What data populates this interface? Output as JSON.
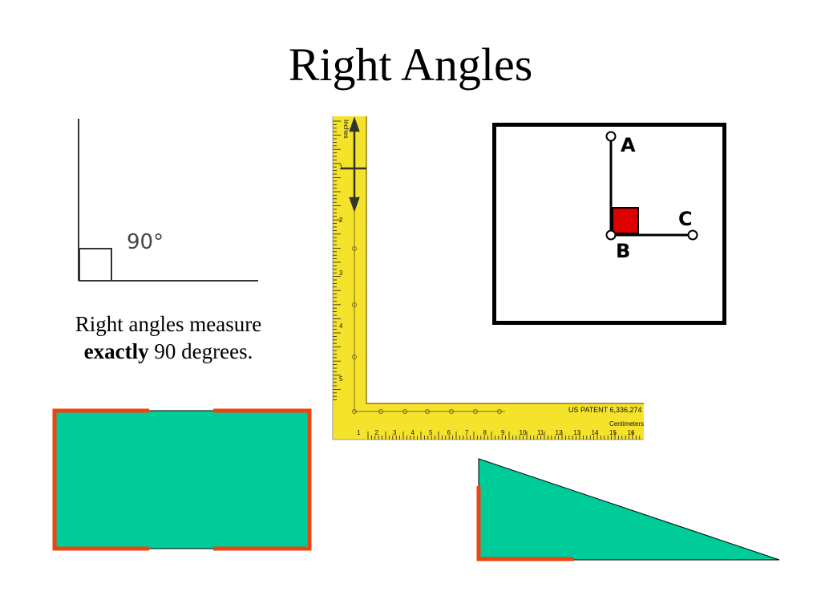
{
  "slide": {
    "title": "Right Angles",
    "caption_line1": "Right angles measure",
    "caption_bold": "exactly",
    "caption_rest": " 90 degrees."
  },
  "angle_diagram": {
    "label": "90°"
  },
  "ruler": {
    "patent": "US PATENT 6,336,274",
    "units_label": "Centimeters",
    "inches_label": "Inches",
    "cm_ticks": [
      "1",
      "2",
      "3",
      "4",
      "5",
      "6",
      "7",
      "8",
      "9",
      "10",
      "11",
      "12",
      "13",
      "14",
      "15",
      "16"
    ],
    "inch_ticks": [
      "1",
      "2",
      "3",
      "4",
      "5"
    ]
  },
  "abc_diagram": {
    "point_a": "A",
    "point_b": "B",
    "point_c": "C",
    "marker_color": "#dd0000"
  },
  "colors": {
    "shape_fill": "#00cc99",
    "corner_accent": "#ee4411",
    "ruler_yellow": "#f5e22a"
  }
}
